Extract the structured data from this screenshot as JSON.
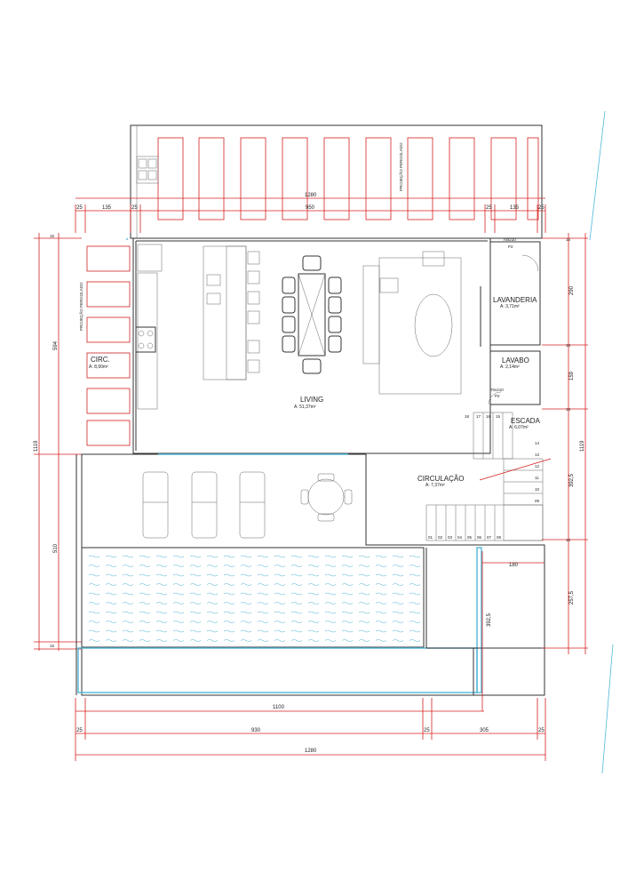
{
  "rooms": {
    "living": {
      "name": "LIVING",
      "area": "A: 51,37m²"
    },
    "circulacao": {
      "name": "CIRCULAÇÃO",
      "area": "A: 7,37m²"
    },
    "escada": {
      "name": "ESCADA",
      "area": "A: 6,07m²"
    },
    "lavanderia": {
      "name": "LAVANDERIA",
      "area": "A: 3,71m²"
    },
    "lavabo": {
      "name": "LAVABO",
      "area": "A: 2,14m²"
    },
    "circ": {
      "name": "CIRC.",
      "area": "A: 8,90m²"
    }
  },
  "labels": {
    "pergolado_top": "PROJEÇÃO PERGOLADO",
    "pergolado_left": "PROJEÇÃO PERGOLADO",
    "door_lav": "70x210",
    "door_lav_tag": "P2",
    "door_lavabo": "70x210",
    "door_lavabo_tag": "P2"
  },
  "dimensions": {
    "top_total": "1280",
    "top_left": "135",
    "top_mid": "950",
    "top_right": "135",
    "top_wall_l1": "25",
    "top_wall_l2": "25",
    "top_wall_r1": "25",
    "top_wall_r2": "25",
    "left_total": "1119",
    "left_upper": "594",
    "left_lower": "510",
    "left_w1": "15",
    "left_w2": "15",
    "right_total": "1119",
    "right_lav": "290",
    "right_lavabo": "159",
    "right_esc": "392,5",
    "right_pool": "257,5",
    "right_w1": "15",
    "right_w2": "15",
    "right_w3": "15",
    "right_w4": "15",
    "bottom_1100": "1100",
    "bottom_930": "930",
    "bottom_305": "305",
    "bottom_total": "1280",
    "bottom_w1": "25",
    "bottom_w2": "25",
    "bottom_w3": "25",
    "inner_180": "180",
    "inner_3925": "392,5"
  },
  "stair_steps": [
    "01",
    "02",
    "03",
    "04",
    "05",
    "06",
    "07",
    "08",
    "09",
    "10",
    "11",
    "12",
    "13",
    "14",
    "15",
    "16",
    "17",
    "18"
  ]
}
